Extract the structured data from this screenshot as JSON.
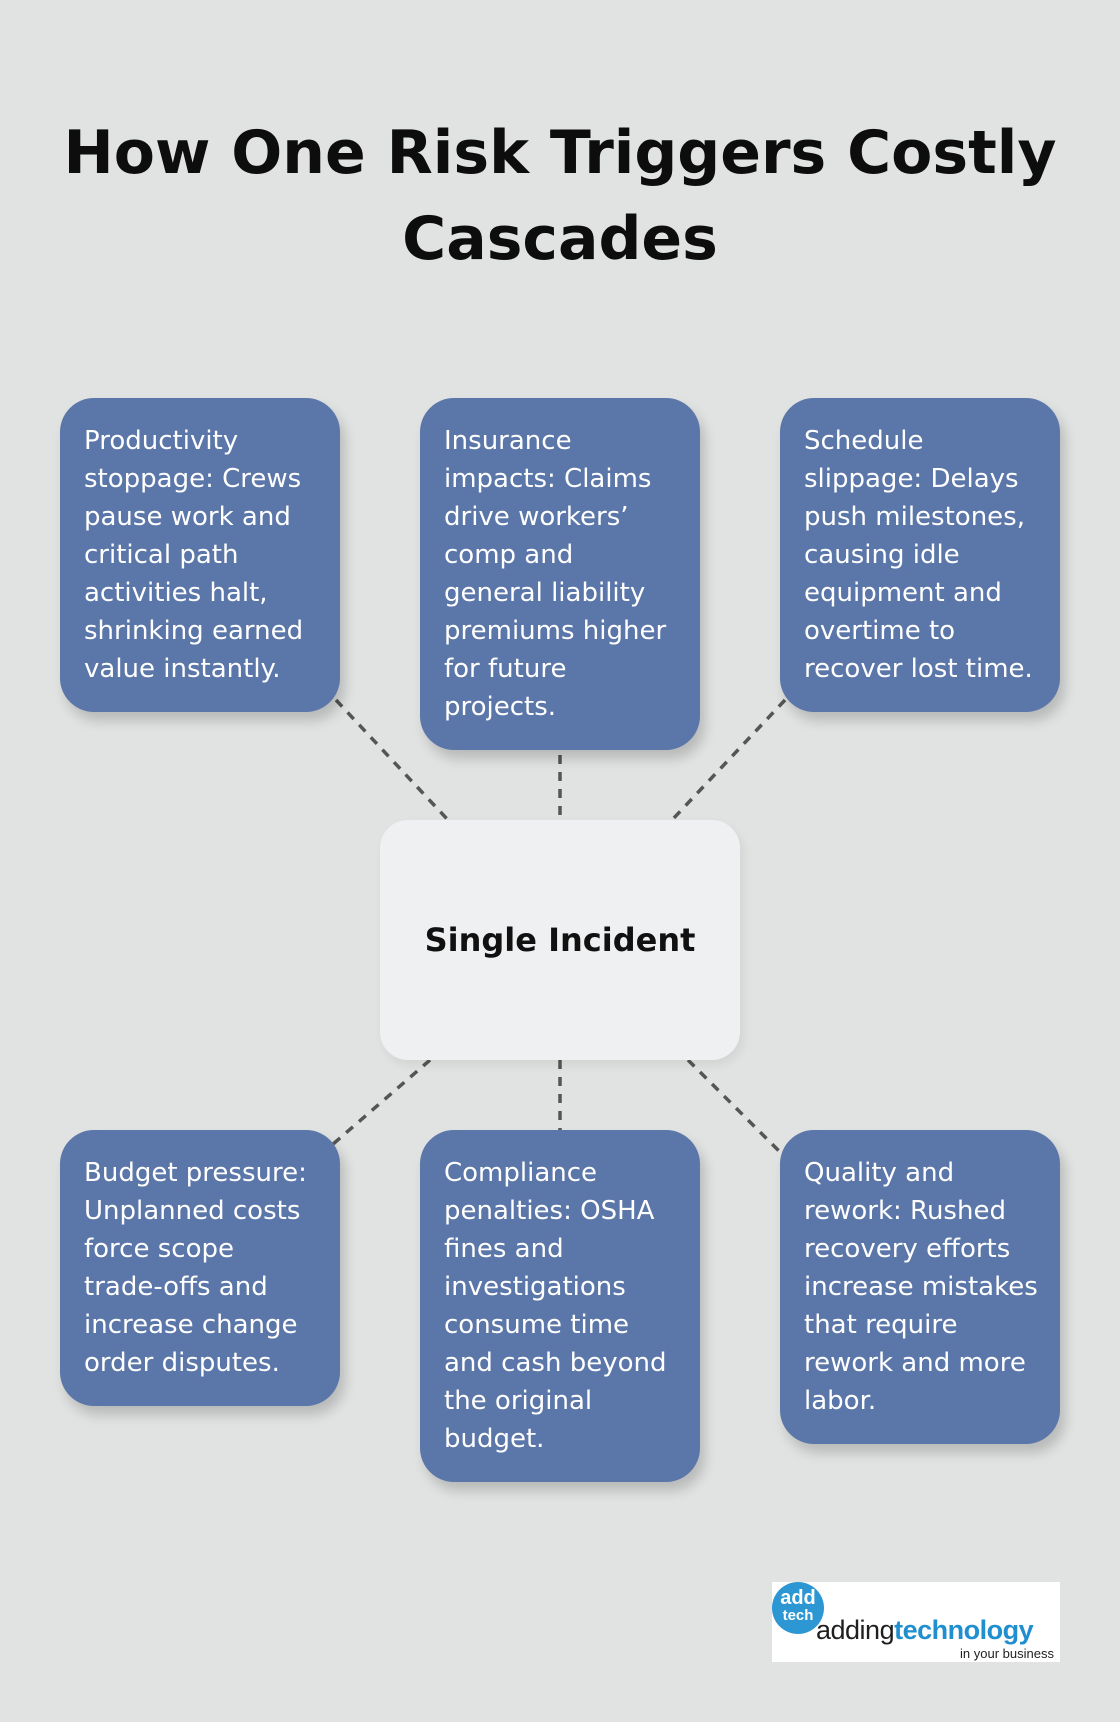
{
  "title": "How One Risk Triggers Costly Cascades",
  "center": {
    "label": "Single Incident"
  },
  "cards": [
    {
      "text": "Productivity stoppage: Crews pause work and critical path activities halt, shrinking earned value instantly."
    },
    {
      "text": "Insurance impacts: Claims drive workers’ comp and general liability premiums higher for future projects."
    },
    {
      "text": "Schedule slippage: Delays push milestones, causing idle equipment and overtime to recover lost time."
    },
    {
      "text": "Budget pressure: Unplanned costs force scope trade-offs and increase change order disputes."
    },
    {
      "text": "Compliance penalties: OSHA fines and investigations consume time and cash beyond the original budget."
    },
    {
      "text": "Quality and rework: Rushed recovery efforts increase mistakes that require rework and more labor."
    }
  ],
  "logo": {
    "circle_top": "add",
    "circle_bottom": "tech",
    "wordmark_a": "adding",
    "wordmark_b": "technology",
    "tagline": "in your business"
  },
  "colors": {
    "background": "#e1e3e2",
    "card": "#5b76a8",
    "center_box": "#eff0f1",
    "connector": "#555555",
    "logo_blue": "#2d97d3"
  }
}
